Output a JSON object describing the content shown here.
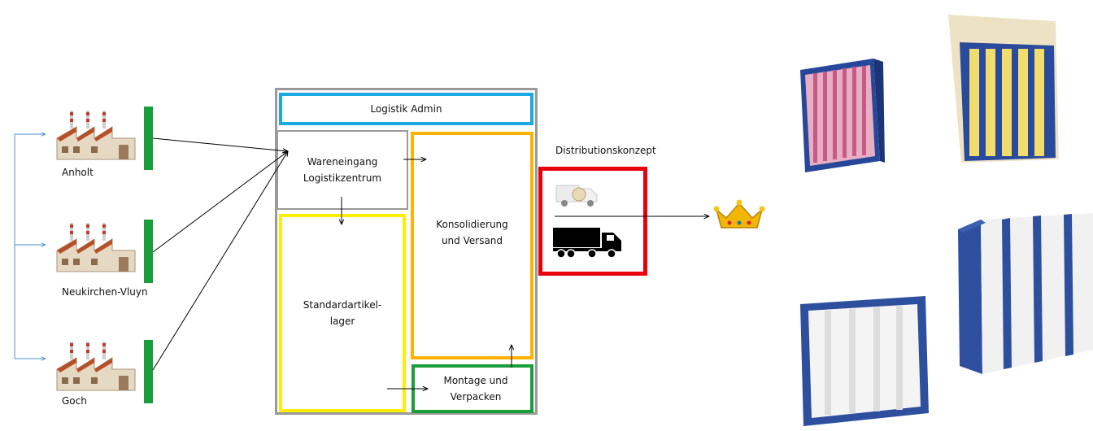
{
  "plants": [
    {
      "name": "Anholt"
    },
    {
      "name": "Neukirchen-Vluyn"
    },
    {
      "name": "Goch"
    }
  ],
  "hub": {
    "admin": "Logistik Admin",
    "inbound": "Wareneingang Logistikzentrum",
    "storage": "Standardartikel- lager",
    "consolidation": "Konsolidierung und Versand",
    "assembly": "Montage und Verpacken"
  },
  "distribution": {
    "label": "Distributionskonzept"
  },
  "icons": {
    "plant": "factory-icon",
    "van": "delivery-van-icon",
    "truck": "truck-icon",
    "customer": "crown-icon",
    "products": "pocket-filter-image"
  },
  "colors": {
    "admin_border": "#1ba9e1",
    "storage_border": "#ffee00",
    "consolidation_border": "#ffb300",
    "assembly_border": "#1a9e3c",
    "distribution_border": "#e8000b",
    "plant_bar": "#1a9e3c",
    "frame": "#9a9a9a",
    "feedback_arrow": "#4a90c8"
  }
}
